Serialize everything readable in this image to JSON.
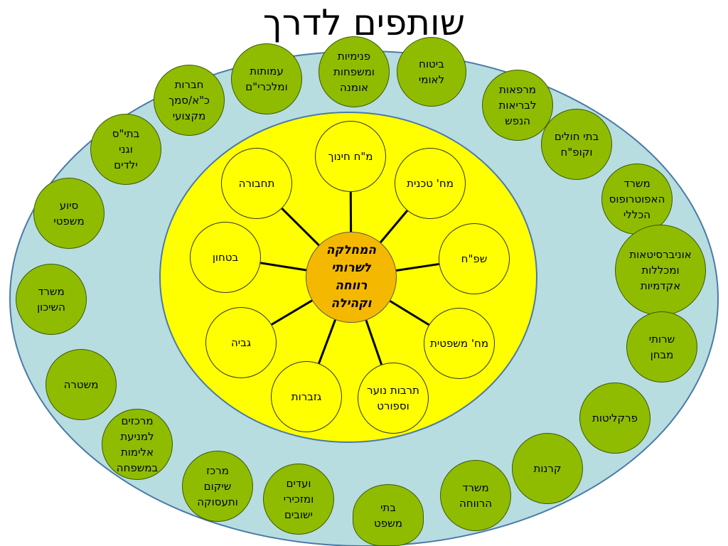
{
  "title": "שותפים לדרך",
  "center": "המחלקה\nלשרותי\nרווחה\nוקהילה",
  "inner_ring": [
    {
      "id": "education",
      "label": "מ\"ח חינוך"
    },
    {
      "id": "technical",
      "label": "מח' טכנית"
    },
    {
      "id": "shefach",
      "label": "שפ\"ח"
    },
    {
      "id": "legal",
      "label": "מח' משפטית"
    },
    {
      "id": "culture",
      "label": "תרבות נוער\nוספורט"
    },
    {
      "id": "treasury",
      "label": "גזברות"
    },
    {
      "id": "collection",
      "label": "גביה"
    },
    {
      "id": "security",
      "label": "בטחון"
    },
    {
      "id": "transport",
      "label": "תחבורה"
    }
  ],
  "outer_ring": [
    {
      "id": "residential",
      "label": "פנימיות\nומשפחות\nאומנה"
    },
    {
      "id": "national-insurance",
      "label": "ביטוח\nלאומי"
    },
    {
      "id": "mental-health",
      "label": "מרפאות\nלבריאות\nהנפש"
    },
    {
      "id": "hospitals",
      "label": "בתי חולים\nוקופ\"ח"
    },
    {
      "id": "trustee",
      "label": "משרד\nהאפוטרופוס\nהכללי"
    },
    {
      "id": "universities",
      "label": "אוניברסיטאות\nומכללות\nאקדמיות"
    },
    {
      "id": "probation",
      "label": "שרותי\nמבחן"
    },
    {
      "id": "prosecution",
      "label": "פרקליטות"
    },
    {
      "id": "funds",
      "label": "קרנות"
    },
    {
      "id": "welfare-ministry",
      "label": "משרד\nהרווחה"
    },
    {
      "id": "courts",
      "label": "בתי\nמשפט"
    },
    {
      "id": "committees",
      "label": "ועדים\nומזכירי\nישובים"
    },
    {
      "id": "rehab",
      "label": "מרכז\nשיקום\nותעסוקה"
    },
    {
      "id": "violence-centers",
      "label": "מרכזים\nלמניעת\nאלימות\nבמשפחה"
    },
    {
      "id": "police",
      "label": "משטרה"
    },
    {
      "id": "housing",
      "label": "משרד\nהשיכון"
    },
    {
      "id": "legal-aid",
      "label": "סיוע\nמשפטי"
    },
    {
      "id": "schools-kindergartens",
      "label": "בתי\"ס\nוגני\nילדים"
    },
    {
      "id": "companies",
      "label": "חברות\nכ\"א/סמך\nמקצועי"
    },
    {
      "id": "associations",
      "label": "עמותות\nומלכרי\"ם"
    }
  ]
}
